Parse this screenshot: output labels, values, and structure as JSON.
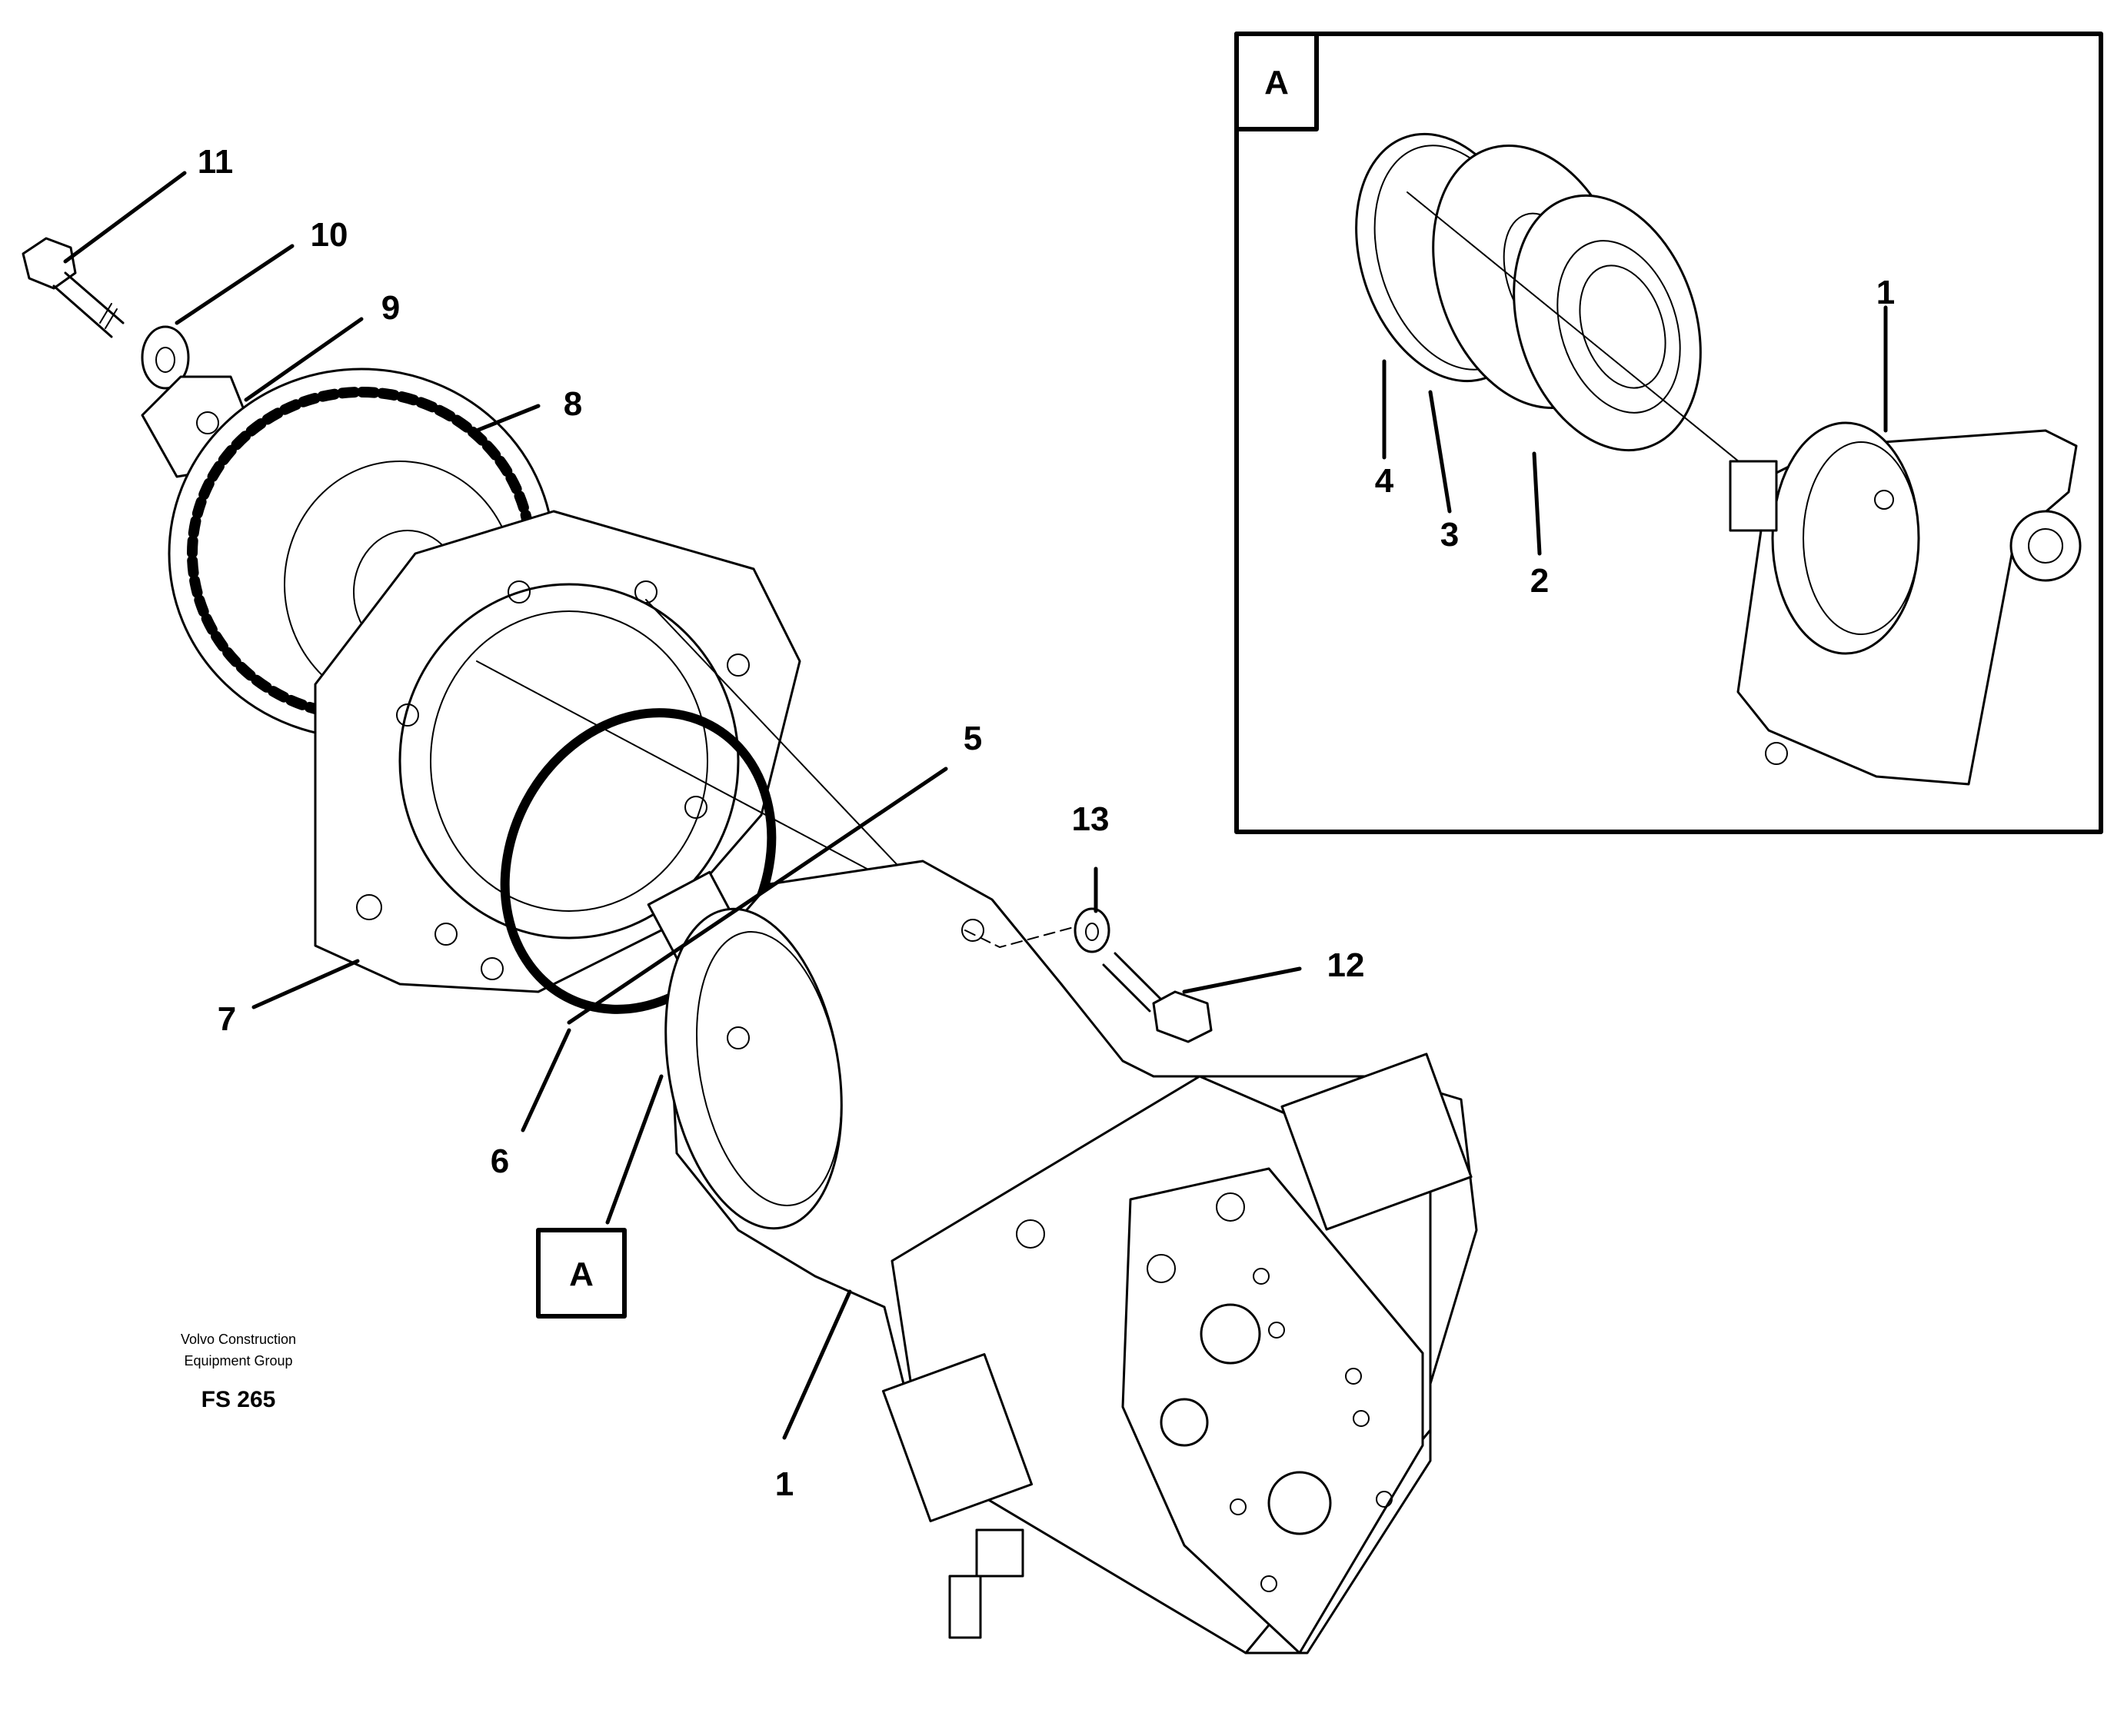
{
  "callouts": {
    "c1": "1",
    "c5": "5",
    "c6": "6",
    "c7": "7",
    "c8": "8",
    "c9": "9",
    "c10": "10",
    "c11": "11",
    "c12": "12",
    "c13": "13",
    "detail_c1": "1",
    "detail_c2": "2",
    "detail_c3": "3",
    "detail_c4": "4"
  },
  "detail": {
    "tag": "A"
  },
  "reference": {
    "tag": "A"
  },
  "credit": {
    "line1": "Volvo Construction",
    "line2": "Equipment Group",
    "code": "FS 265"
  },
  "icons": [
    "hydraulic-motor",
    "gear",
    "flange",
    "o-ring",
    "bolt",
    "washer",
    "lock-washer",
    "circlip",
    "shim",
    "seal-ring"
  ]
}
